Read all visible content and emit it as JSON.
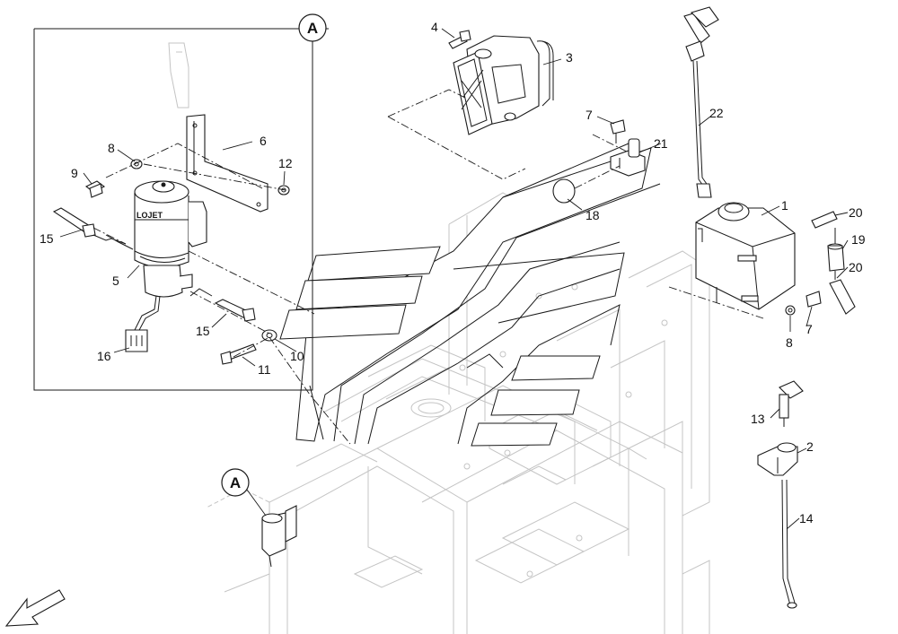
{
  "detail": {
    "letter": "A"
  },
  "pump_label": "LOJET",
  "callouts": {
    "c1": "1",
    "c2": "2",
    "c3": "3",
    "c4": "4",
    "c5": "5",
    "c6": "6",
    "c7a": "7",
    "c7b": "7",
    "c8a": "8",
    "c8b": "8",
    "c9": "9",
    "c10": "10",
    "c11": "11",
    "c12": "12",
    "c13": "13",
    "c14": "14",
    "c15a": "15",
    "c15b": "15",
    "c16": "16",
    "c18": "18",
    "c19": "19",
    "c20a": "20",
    "c20b": "20",
    "c21": "21",
    "c22": "22"
  },
  "icons": {
    "orientation": "direction-arrow-icon"
  }
}
